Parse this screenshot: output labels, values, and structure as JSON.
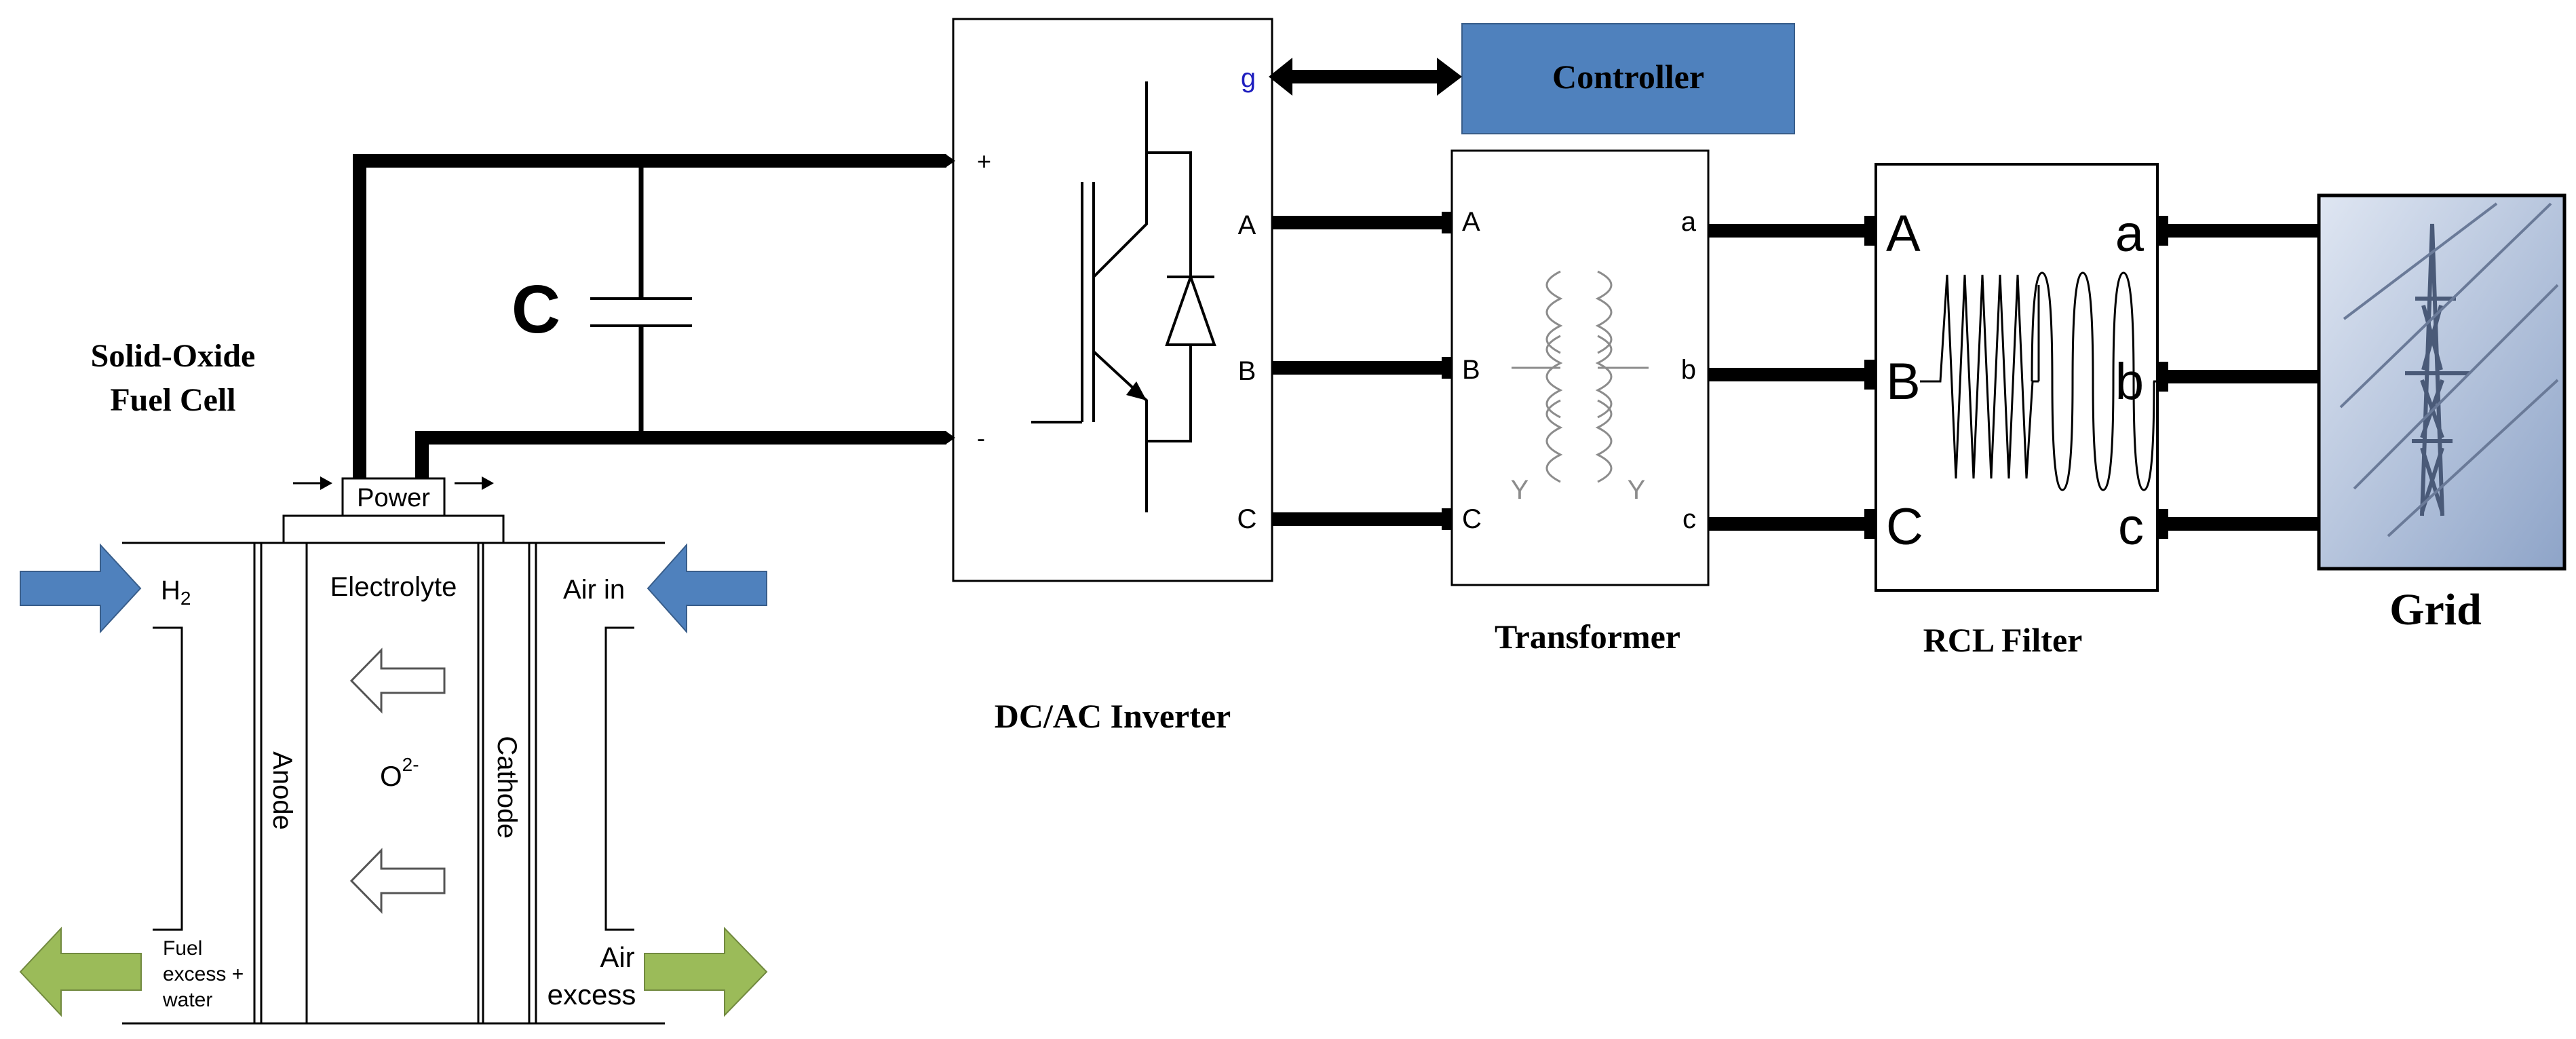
{
  "fuel_cell": {
    "title_line1": "Solid-Oxide",
    "title_line2": "Fuel Cell",
    "power_label": "Power",
    "electrolyte_label": "Electrolyte",
    "anode_label": "Anode",
    "cathode_label": "Cathode",
    "ion_base": "O",
    "ion_charge": "2-",
    "h2_base": "H",
    "h2_sub": "2",
    "air_in_label": "Air in",
    "fuel_excess_lines": [
      "Fuel",
      "excess +",
      "water"
    ],
    "air_excess_lines": [
      "Air",
      "excess"
    ]
  },
  "capacitor": {
    "label": "C"
  },
  "inverter": {
    "title": "DC/AC Inverter",
    "plus_label": "+",
    "minus_label": "-",
    "gate_label": "g",
    "phase_labels": [
      "A",
      "B",
      "C"
    ]
  },
  "controller": {
    "label": "Controller"
  },
  "transformer": {
    "title": "Transformer",
    "input_labels": [
      "A",
      "B",
      "C"
    ],
    "output_labels": [
      "a",
      "b",
      "c"
    ],
    "primary_connection": "Y",
    "secondary_connection": "Y"
  },
  "filter": {
    "title": "RCL Filter",
    "input_labels": [
      "A",
      "B",
      "C"
    ],
    "output_labels": [
      "a",
      "b",
      "c"
    ]
  },
  "grid": {
    "title": "Grid"
  },
  "colors": {
    "blue_arrow": "#4f81bd",
    "green_arrow": "#9bbb59",
    "controller_fill": "#4f81bd",
    "gate_text": "#1f1fbf",
    "transformer_symbol": "#8c8c8c",
    "grid_bg": "#b8c8e0"
  }
}
